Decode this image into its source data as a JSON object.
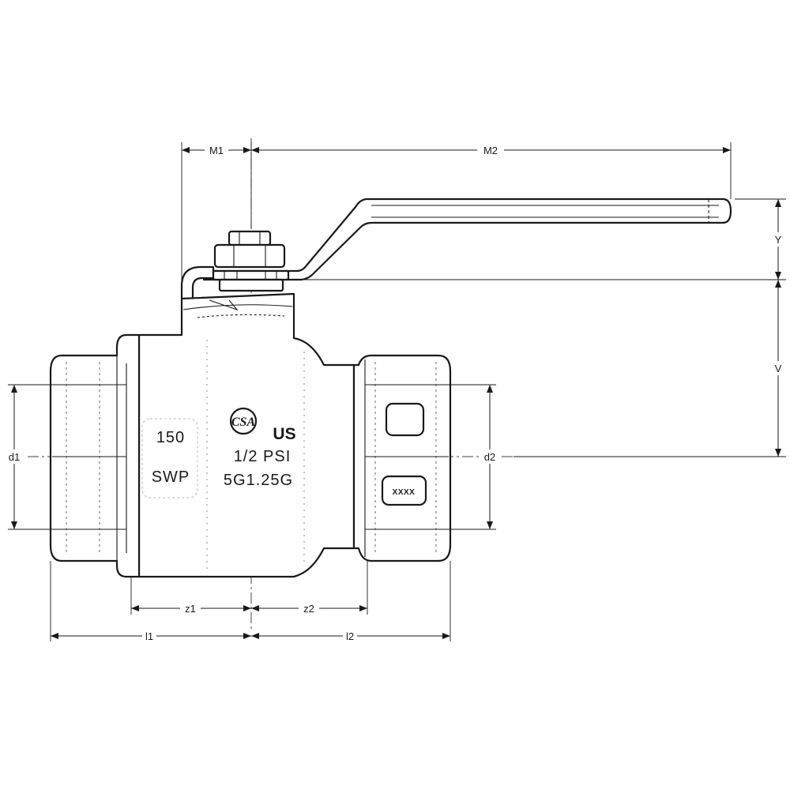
{
  "dimensions": {
    "M1": "M1",
    "M2": "M2",
    "Y": "Y",
    "V": "V",
    "d1": "d1",
    "d2": "d2",
    "z1": "z1",
    "z2": "z2",
    "l1": "l1",
    "l2": "l2"
  },
  "body_markings": {
    "pressure": "150",
    "rating": "SWP",
    "size": "1/2 PSI",
    "code": "5G1.25G",
    "certification": "US",
    "cert_logo": "CSA",
    "tag": "XXXX"
  }
}
